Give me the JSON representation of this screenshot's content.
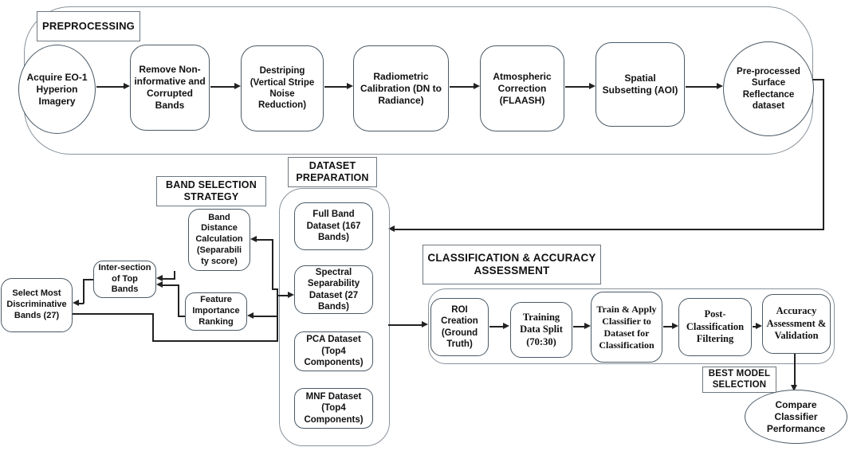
{
  "palette": {
    "connector_ink": "#222222",
    "shape_border": "#4b5a66",
    "group_border": "#8a939b",
    "background": "#ffffff",
    "text": "#111111"
  },
  "preprocessing": {
    "label": "PREPROCESSING",
    "acquire": "Acquire EO-1 Hyperion Imagery",
    "remove": "Remove Non-informative and Corrupted Bands",
    "destriping": "Destriping (Vertical Stripe Noise Reduction)",
    "radiometric": "Radiometric Calibration (DN to Radiance)",
    "atmospheric": "Atmospheric Correction (FLAASH)",
    "spatial": "Spatial Subsetting (AOI)",
    "preprocessed": "Pre-processed Surface Reflectance dataset"
  },
  "band_selection": {
    "label": "BAND SELECTION STRATEGY",
    "band_distance": "Band Distance Calculation (Separabili ty score)",
    "intersection": "Inter-section of Top Bands",
    "feature_importance": "Feature Importance Ranking",
    "select_most": "Select Most Discriminative Bands (27)"
  },
  "dataset_preparation": {
    "label": "DATASET PREPARATION",
    "full_band": "Full Band Dataset (167 Bands)",
    "spectral": "Spectral Separability Dataset (27 Bands)",
    "pca": "PCA Dataset (Top4 Components)",
    "mnf": "MNF Dataset (Top4 Components)"
  },
  "classification": {
    "label": "CLASSIFICATION & ACCURACY ASSESSMENT",
    "roi": "ROI Creation (Ground Truth)",
    "training": "Training Data Split (70:30)",
    "train_apply": "Train & Apply Classifier to Dataset for Classification",
    "post_filter": "Post-Classification Filtering",
    "accuracy": "Accuracy Assessment & Validation"
  },
  "best_model": {
    "label": "BEST MODEL SELECTION",
    "compare": "Compare Classifier Performance"
  }
}
